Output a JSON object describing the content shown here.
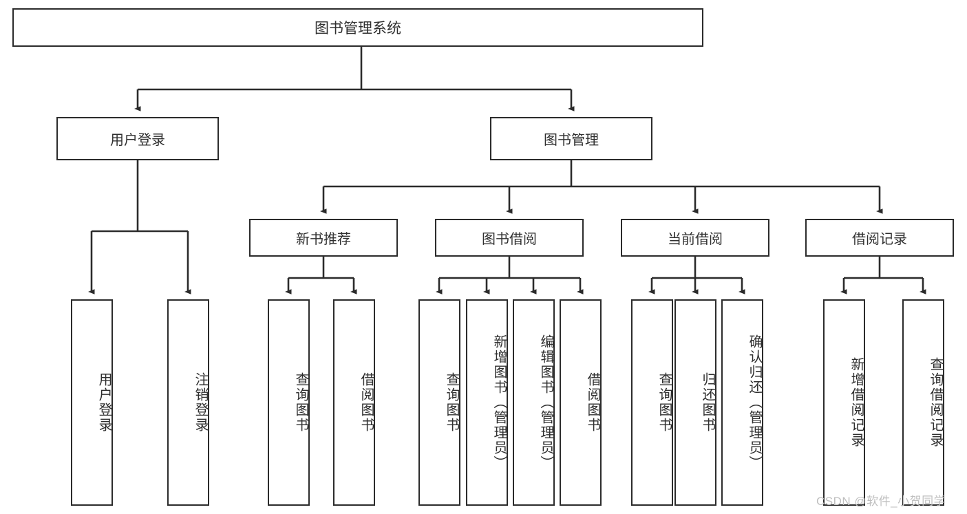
{
  "diagram": {
    "type": "tree-hierarchy",
    "title": "图书管理系统",
    "watermark": "CSDN @软件_小贺同学",
    "root": {
      "id": "root",
      "label": "图书管理系统"
    },
    "level1": [
      {
        "id": "user-login",
        "label": "用户登录"
      },
      {
        "id": "book-management",
        "label": "图书管理"
      }
    ],
    "level2": [
      {
        "id": "new-book-recommend",
        "label": "新书推荐",
        "parent": "book-management"
      },
      {
        "id": "book-borrow",
        "label": "图书借阅",
        "parent": "book-management"
      },
      {
        "id": "current-borrow",
        "label": "当前借阅",
        "parent": "book-management"
      },
      {
        "id": "borrow-record",
        "label": "借阅记录",
        "parent": "book-management"
      }
    ],
    "leaves": [
      {
        "id": "leaf-user-login",
        "label": "用户登录",
        "parent": "user-login"
      },
      {
        "id": "leaf-logout-login",
        "label": "注销登录",
        "parent": "user-login"
      },
      {
        "id": "leaf-query-book-1",
        "label": "查询图书",
        "parent": "new-book-recommend"
      },
      {
        "id": "leaf-borrow-book-1",
        "label": "借阅图书",
        "parent": "new-book-recommend"
      },
      {
        "id": "leaf-query-book-2",
        "label": "查询图书",
        "parent": "book-borrow"
      },
      {
        "id": "leaf-add-book",
        "label": "新增图书（管理员）",
        "parent": "book-borrow"
      },
      {
        "id": "leaf-edit-book",
        "label": "编辑图书（管理员）",
        "parent": "book-borrow"
      },
      {
        "id": "leaf-borrow-book-2",
        "label": "借阅图书",
        "parent": "book-borrow"
      },
      {
        "id": "leaf-query-book-3",
        "label": "查询图书",
        "parent": "current-borrow"
      },
      {
        "id": "leaf-return-book",
        "label": "归还图书",
        "parent": "current-borrow"
      },
      {
        "id": "leaf-confirm-return",
        "label": "确认归还（管理员）",
        "parent": "current-borrow"
      },
      {
        "id": "leaf-add-record",
        "label": "新增借阅记录",
        "parent": "borrow-record"
      },
      {
        "id": "leaf-query-record",
        "label": "查询借阅记录",
        "parent": "borrow-record"
      }
    ],
    "colors": {
      "border": "#2b2b2b",
      "background": "#ffffff",
      "text": "#2f2f2f",
      "connector": "#2b2b2b",
      "watermark": "#bfbfbf"
    }
  }
}
